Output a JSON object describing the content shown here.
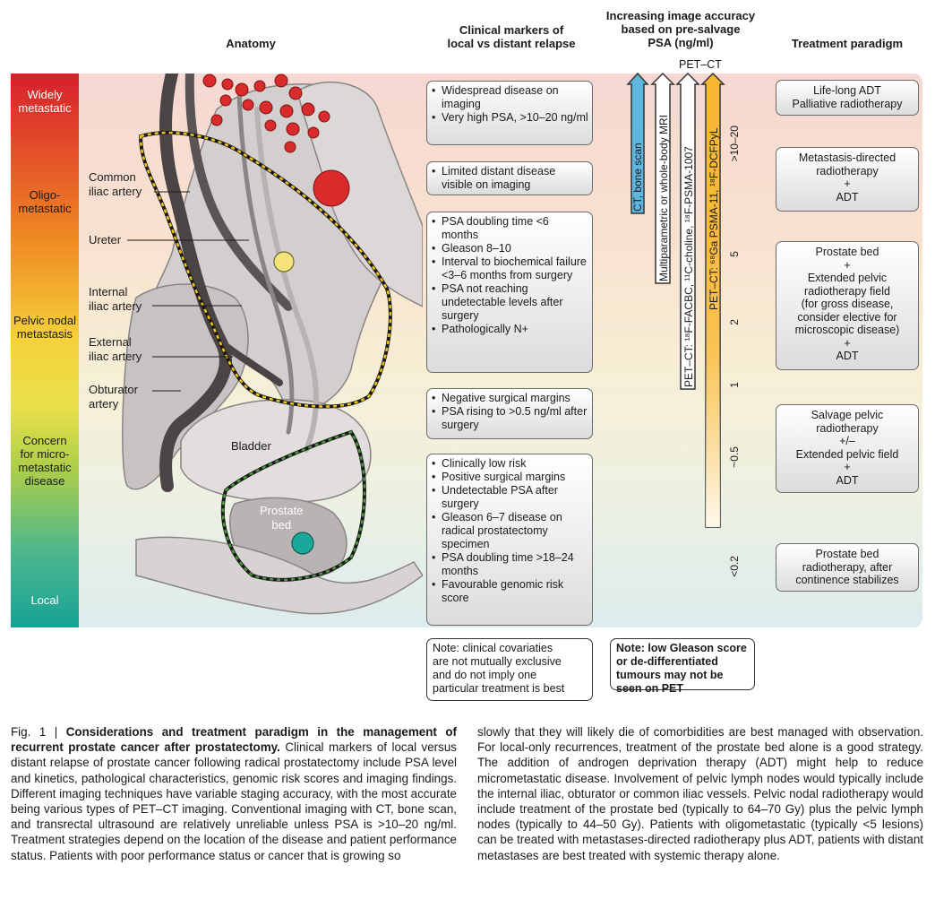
{
  "headers": {
    "anatomy": "Anatomy",
    "markers": [
      "Clinical markers of",
      "local vs distant relapse"
    ],
    "imaging": [
      "Increasing image accuracy",
      "based on pre-salvage",
      "PSA (ng/ml)"
    ],
    "treatment": "Treatment paradigm",
    "petct": "PET–CT"
  },
  "stages": [
    {
      "lines": [
        "Widely",
        "metastatic"
      ]
    },
    {
      "lines": [
        "Oligo-",
        "metastatic"
      ]
    },
    {
      "lines": [
        "Pelvic nodal",
        "metastasis"
      ]
    },
    {
      "lines": [
        "Concern",
        "for micro-",
        "metastatic",
        "disease"
      ]
    },
    {
      "lines": [
        "Local"
      ]
    }
  ],
  "anatomy_labels": {
    "common_iliac": [
      "Common",
      "iliac artery"
    ],
    "ureter": "Ureter",
    "internal_iliac": [
      "Internal",
      "iliac artery"
    ],
    "external_iliac": [
      "External",
      "iliac artery"
    ],
    "obturator": [
      "Obturator",
      "artery"
    ],
    "bladder": "Bladder",
    "prostate_bed": [
      "Prostate",
      "bed"
    ]
  },
  "markers": [
    [
      "Widespread disease on imaging",
      "Very high PSA, >10–20 ng/ml"
    ],
    [
      "Limited distant disease visible on imaging"
    ],
    [
      "PSA doubling time <6 months",
      "Gleason 8–10",
      "Interval to biochemical failure <3–6 months from surgery",
      "PSA not reaching undetectable levels after surgery",
      "Pathologically N+"
    ],
    [
      "Negative surgical margins",
      "PSA rising to >0.5 ng/ml after surgery"
    ],
    [
      "Clinically low risk",
      "Positive surgical margins",
      "Undetectable PSA after surgery",
      "Gleason 6–7 disease on radical prostatectomy specimen",
      "PSA doubling time >18–24 months",
      "Favourable genomic risk score"
    ]
  ],
  "imaging_arrows": [
    {
      "label": "CT, bone scan",
      "color": "#5fb7e0"
    },
    {
      "label": "Multiparametric or whole-body MRI",
      "color": "#ffffff"
    },
    {
      "label": "PET–CT: ¹⁸F-FACBC, ¹¹C-choline, ¹⁸F-PSMA-1007",
      "color": "#ffffff"
    },
    {
      "label": "PET–CT: ⁶⁸Ga PSMA-11, ¹⁸F-DCFPyL",
      "color": "#f7b733"
    }
  ],
  "psa_levels": [
    ">10–20",
    "5",
    "2",
    "1",
    "~0.5",
    "<0.2"
  ],
  "treatments": [
    [
      "Life-long ADT",
      "Palliative radiotherapy"
    ],
    [
      "Metastasis-directed",
      "radiotherapy",
      "+",
      "ADT"
    ],
    [
      "Prostate bed",
      "+",
      "Extended pelvic",
      "radiotherapy field",
      "(for gross disease,",
      "consider elective for",
      "microscopic disease)",
      "+",
      "ADT"
    ],
    [
      "Salvage pelvic",
      "radiotherapy",
      "+/–",
      "Extended pelvic field",
      "+",
      "ADT"
    ],
    [
      "Prostate bed",
      "radiotherapy, after",
      "continence stabilizes"
    ]
  ],
  "notes": {
    "left": [
      "Note: clinical covariaties",
      "are not mutually exclusive",
      "and do not imply one",
      "particular treatment is best"
    ],
    "right": [
      "Note: low Gleason score",
      "or de-differentiated",
      "tumours may not be",
      "seen on PET"
    ]
  },
  "caption": {
    "fig": "Fig. 1 | ",
    "title": "Considerations and treatment paradigm in the management of recurrent prostate cancer after prostatectomy.",
    "col1": " Clinical markers of local versus distant relapse of prostate cancer following radical prostatectomy include PSA level and kinetics, pathological characteristics, genomic risk scores and imaging findings. Different imaging techniques have variable staging accuracy, with the most accurate being various types of PET–CT imaging. Conventional imaging with CT, bone scan, and transrectal ultrasound are relatively unreliable unless PSA is >10–20 ng/ml. Treatment strategies depend on the location of the disease and patient performance status. Patients with poor performance status or cancer that is growing so",
    "col2": "slowly that they will likely die of comorbidities are best managed with observation. For local-only recurrences, treatment of the prostate bed alone is a good strategy. The addition of androgen deprivation therapy (ADT) might help to reduce micrometastatic disease. Involvement of pelvic lymph nodes would typically include the internal iliac, obturator or common iliac vessels. Pelvic nodal radiotherapy would include treatment of the prostate bed (typically to 64–70 Gy) plus the pelvic lymph nodes (typically to 44–50 Gy). Patients with oligometastatic (typically <5 lesions) can be treated with metastases-directed radiotherapy plus ADT, patients with distant metastases are best treated with systemic therapy alone."
  }
}
